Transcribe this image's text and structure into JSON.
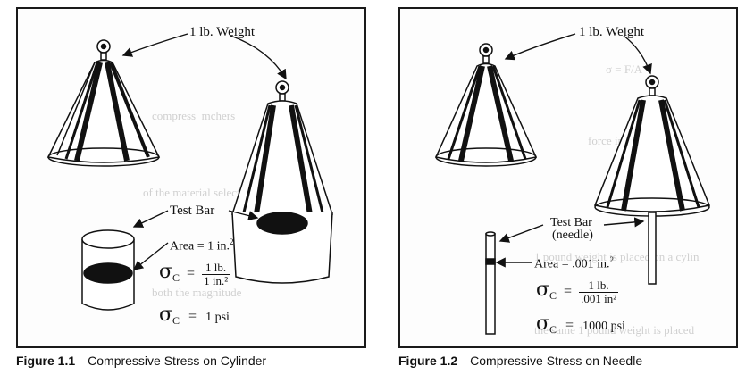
{
  "figures": [
    {
      "label_weight": "1 lb. Weight",
      "label_test_bar": "Test Bar",
      "label_area": "Area = 1 in.",
      "area_superscript": "2",
      "sigma": "σ",
      "sigma_sub": "C",
      "eq1_equals": "=",
      "eq1_numerator": "1 lb.",
      "eq1_denominator": "1 in.²",
      "eq2_equals": "=",
      "eq2_value": "1 psi",
      "caption_num": "Figure 1.1",
      "caption_text": "Compressive Stress on Cylinder"
    },
    {
      "label_weight": "1 lb. Weight",
      "label_test_bar": "Test Bar",
      "label_needle": "(needle)",
      "label_area": "Area = .001 in.",
      "area_superscript": "2",
      "sigma": "σ",
      "sigma_sub": "C",
      "eq1_equals": "=",
      "eq1_numerator": "1 lb.",
      "eq1_denominator": ".001 in²",
      "eq2_equals": "=",
      "eq2_value": "1000 psi",
      "caption_num": "Figure 1.2",
      "caption_text": "Compressive Stress on Needle"
    }
  ],
  "colors": {
    "ink": "#111111",
    "ghost_text": "#9a9a9a",
    "background": "#ffffff"
  }
}
